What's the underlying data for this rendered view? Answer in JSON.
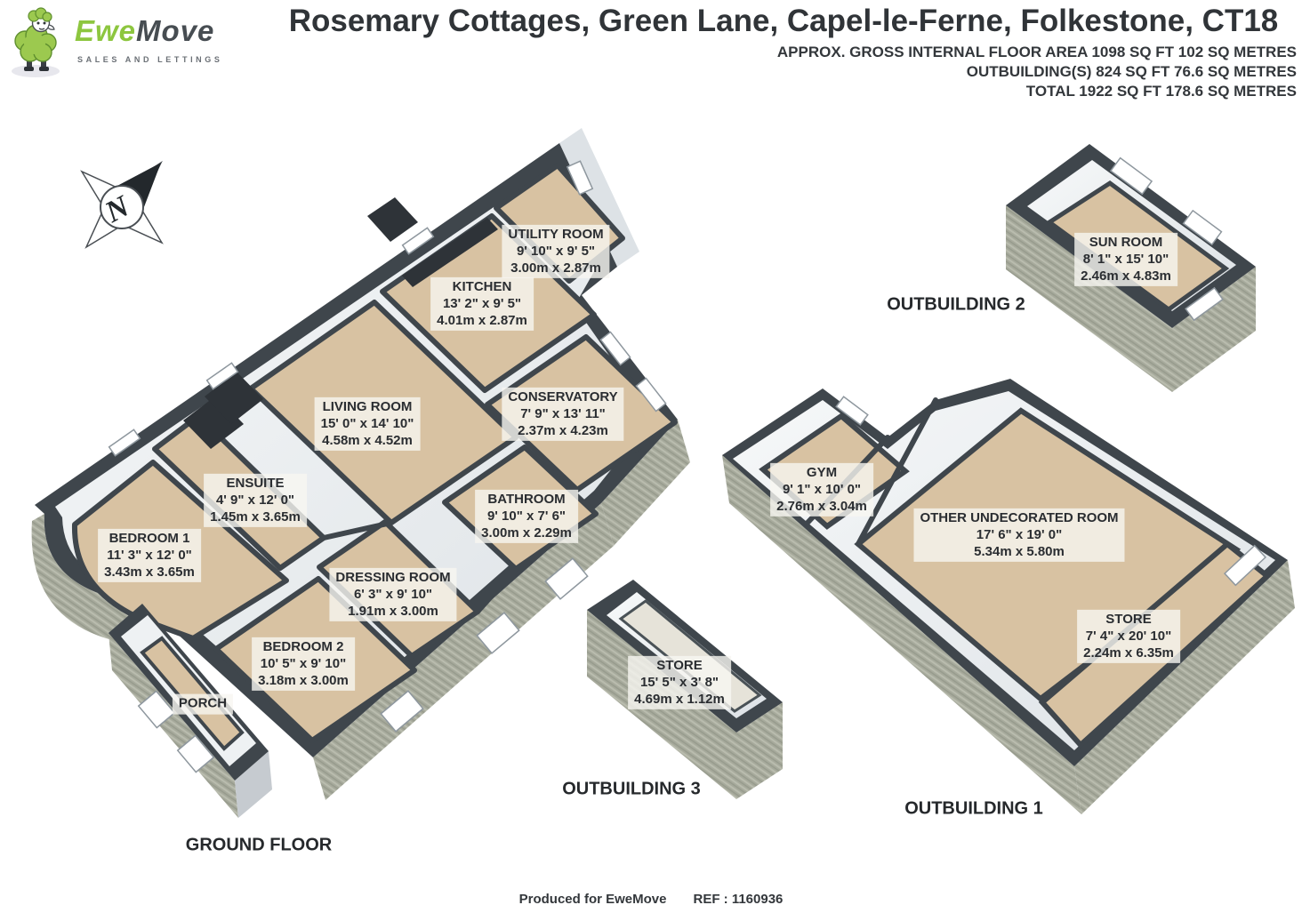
{
  "page": {
    "title": "Rosemary Cottages, Green Lane, Capel-le-Ferne, Folkestone, CT18",
    "area_lines": [
      "APPROX. GROSS INTERNAL FLOOR AREA 1098 SQ FT 102 SQ METRES",
      "OUTBUILDING(S) 824 SQ FT 76.6 SQ METRES",
      "TOTAL 1922 SQ FT 178.6 SQ METRES"
    ],
    "footer_produced": "Produced for EweMove",
    "footer_ref": "REF : 1160936"
  },
  "logo": {
    "brand_first": "Ewe",
    "brand_second": "Move",
    "tagline": "SALES AND LETTINGS"
  },
  "compass": {
    "label": "N"
  },
  "captions": {
    "ground_floor": "GROUND FLOOR",
    "outbuilding_1": "OUTBUILDING 1",
    "outbuilding_2": "OUTBUILDING 2",
    "outbuilding_3": "OUTBUILDING 3"
  },
  "rooms": {
    "utility": {
      "name": "UTILITY ROOM",
      "imperial": "9' 10\" x 9' 5\"",
      "metric": "3.00m x 2.87m"
    },
    "kitchen": {
      "name": "KITCHEN",
      "imperial": "13' 2\" x 9' 5\"",
      "metric": "4.01m x 2.87m"
    },
    "living": {
      "name": "LIVING ROOM",
      "imperial": "15' 0\" x 14' 10\"",
      "metric": "4.58m x 4.52m"
    },
    "conservatory": {
      "name": "CONSERVATORY",
      "imperial": "7' 9\" x 13' 11\"",
      "metric": "2.37m x 4.23m"
    },
    "ensuite": {
      "name": "ENSUITE",
      "imperial": "4' 9\" x 12' 0\"",
      "metric": "1.45m x 3.65m"
    },
    "bathroom": {
      "name": "BATHROOM",
      "imperial": "9' 10\" x 7' 6\"",
      "metric": "3.00m x 2.29m"
    },
    "bedroom1": {
      "name": "BEDROOM 1",
      "imperial": "11' 3\" x 12' 0\"",
      "metric": "3.43m x 3.65m"
    },
    "dressing": {
      "name": "DRESSING ROOM",
      "imperial": "6' 3\" x 9' 10\"",
      "metric": "1.91m x 3.00m"
    },
    "bedroom2": {
      "name": "BEDROOM 2",
      "imperial": "10' 5\" x 9' 10\"",
      "metric": "3.18m x 3.00m"
    },
    "porch": {
      "name": "PORCH"
    },
    "sunroom": {
      "name": "SUN ROOM",
      "imperial": "8' 1\" x 15' 10\"",
      "metric": "2.46m x 4.83m"
    },
    "gym": {
      "name": "GYM",
      "imperial": "9' 1\" x 10' 0\"",
      "metric": "2.76m x 3.04m"
    },
    "other": {
      "name": "OTHER UNDECORATED ROOM",
      "imperial": "17' 6\" x 19' 0\"",
      "metric": "5.34m x 5.80m"
    },
    "store1": {
      "name": "STORE",
      "imperial": "7' 4\" x 20' 10\"",
      "metric": "2.24m x 6.35m"
    },
    "store3": {
      "name": "STORE",
      "imperial": "15' 5\" x 3' 8\"",
      "metric": "4.69m x 1.12m"
    }
  },
  "colors": {
    "accent_green": "#8dc63f",
    "wall_top_dark": "#3f464c",
    "floor_tan": "#d8c2a2",
    "exterior_texture": "#a7aa9c",
    "inner_wall_light": "#eef1f3"
  }
}
